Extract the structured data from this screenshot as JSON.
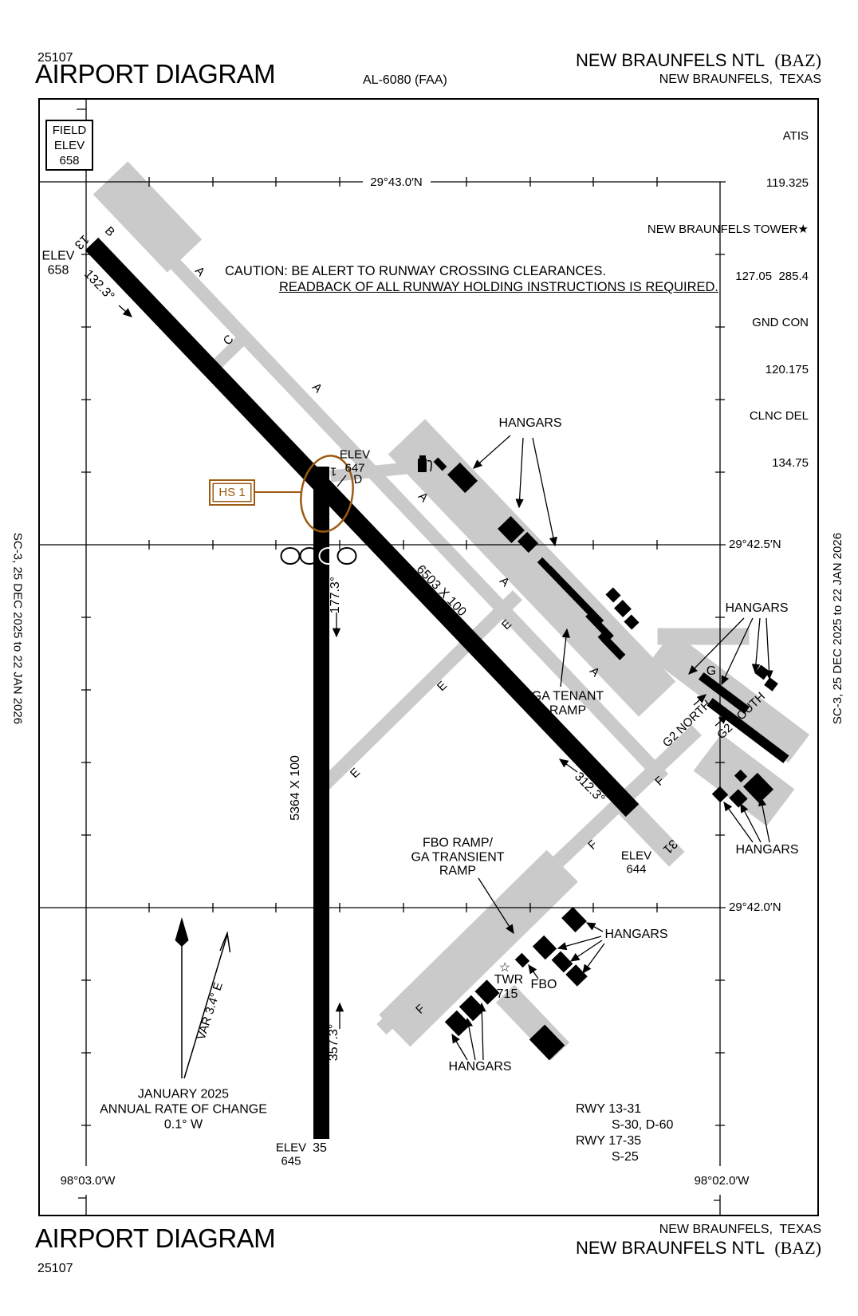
{
  "header": {
    "chart_number": "25107",
    "title": "AIRPORT DIAGRAM",
    "al_number": "AL-6080 (FAA)",
    "airport_name": "NEW BRAUNFELS NTL",
    "airport_id": "(BAZ)",
    "city": "NEW BRAUNFELS,  TEXAS"
  },
  "comm": {
    "lines": [
      "ATIS",
      "119.325",
      "NEW BRAUNFELS TOWER★",
      "127.05  285.4",
      "GND CON",
      "120.175",
      "CLNC DEL",
      "134.75"
    ]
  },
  "field_elev": {
    "l1": "FIELD",
    "l2": "ELEV",
    "l3": "658"
  },
  "caution": {
    "l1": "CAUTION: BE ALERT TO RUNWAY CROSSING CLEARANCES.",
    "l2": "READBACK OF ALL RUNWAY HOLDING INSTRUCTIONS IS REQUIRED."
  },
  "grid": {
    "lat1": "29°43.0′N",
    "lat2": "29°42.5′N",
    "lat3": "29°42.0′N",
    "lon1": "98°03.0′W",
    "lon2": "98°02.0′W"
  },
  "margin": {
    "note": "SC-3,  25 DEC 2025  to  22 JAN 2026"
  },
  "runways": {
    "r13": "13",
    "r31": "31",
    "r17": "17",
    "r35": "35",
    "hdg13": "132.3°",
    "hdg31": "312.3°",
    "hdg17": "177.3°",
    "hdg35": "357.3°",
    "dim1331": "6503 X 100",
    "dim1735": "5364 X 100",
    "elev": "ELEV",
    "elev13": "658",
    "elev31": "644",
    "elev17": "647",
    "elev35": "645"
  },
  "taxiways": {
    "a": "A",
    "b": "B",
    "c": "C",
    "d": "D",
    "e": "E",
    "f": "F",
    "g": "G",
    "g2_north": "G2 NORTH",
    "g2_south": "G2 SOUTH"
  },
  "ramps": {
    "ga1": "GA TENANT",
    "ga2": "RAMP",
    "fbo1": "FBO RAMP/",
    "fbo2": "GA TRANSIENT",
    "fbo3": "RAMP"
  },
  "facilities": {
    "hangars": "HANGARS",
    "twr": "TWR",
    "twr_elev": "715",
    "fbo": "FBO",
    "hs1": "HS 1",
    "tower_symbol": "☆"
  },
  "variation": {
    "label": "VAR 3.4° E",
    "l1": "JANUARY 2025",
    "l2": "ANNUAL RATE OF CHANGE",
    "l3": "0.1° W"
  },
  "rwy_data": {
    "l1": "RWY 13-31",
    "l2": "S-30, D-60",
    "l3": "RWY 17-35",
    "l4": "S-25"
  },
  "colors": {
    "hotspot": "#9C5A12",
    "taxiway": "#CACACA"
  }
}
